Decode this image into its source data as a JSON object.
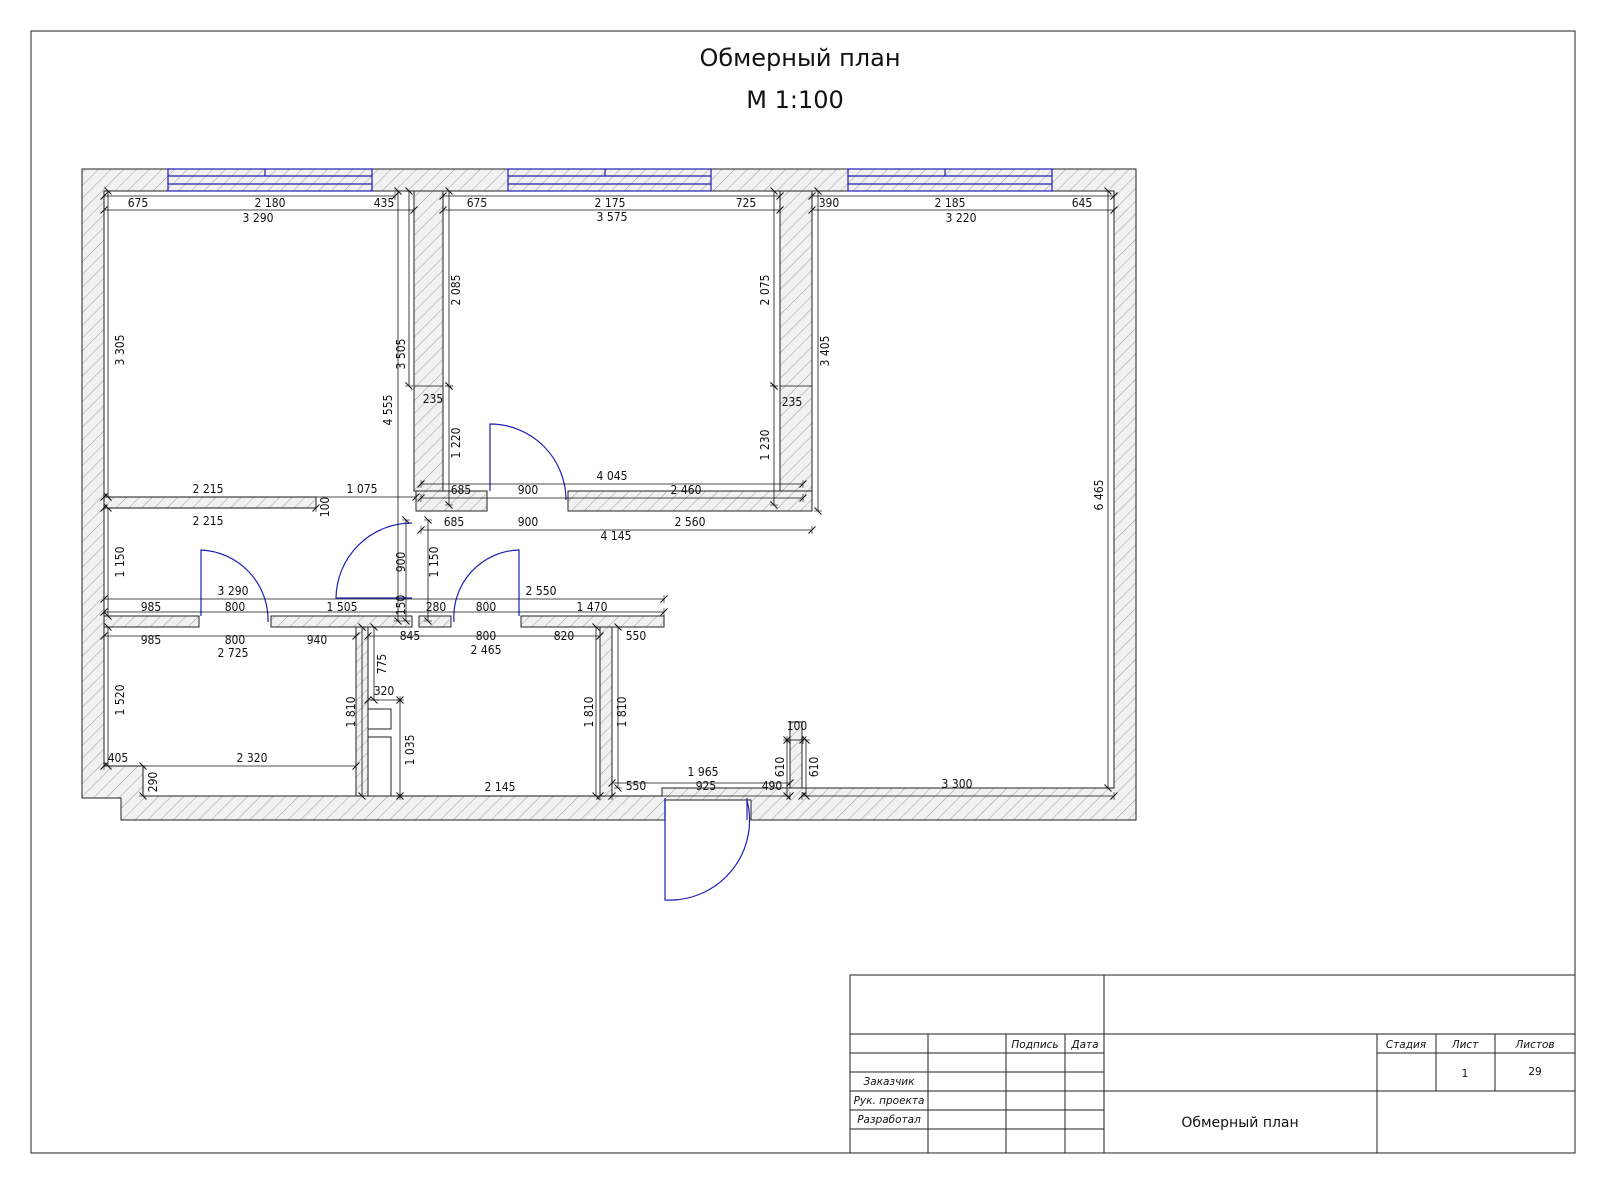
{
  "title": {
    "line1": "Обмерный план",
    "line2": "М 1:100"
  },
  "dimensions": {
    "r1_top_a": "675",
    "r1_top_b": "2 180",
    "r1_top_c": "435",
    "r1_top_total": "3 290",
    "r2_top_a": "675",
    "r2_top_b": "2 175",
    "r2_top_c": "725",
    "r2_top_total": "3 575",
    "r3_top_a": "390",
    "r3_top_b": "2 185",
    "r3_top_c": "645",
    "r3_top_total": "3 220",
    "r1_height": "3 305",
    "wall_4555": "4 555",
    "wall_3505": "3 505",
    "r2_left_h": "2 085",
    "r2_right_h": "2 075",
    "r3_left_h": "3 405",
    "r3_right_h": "6 465",
    "niche_left": "235",
    "niche_right": "235",
    "r2_low_left": "1 220",
    "r2_low_right": "1 230",
    "r2_bottom_total": "4 045",
    "r2_b_a": "685",
    "r2_b_b": "900",
    "r2_b_c": "2 460",
    "hall_top_a": "685",
    "hall_top_b": "900",
    "hall_top_c": "2 560",
    "hall_top_total": "4 145",
    "r1_bot_a": "2 215",
    "r1_bot_b": "1 075",
    "r1_bot_thk": "100",
    "hall_l_top": "2 215",
    "hall_l_h": "1 150",
    "hall_m_h1": "900",
    "hall_m_h2": "1 150",
    "hall_total": "3 290",
    "hall_a": "985",
    "hall_b": "800",
    "hall_c": "1 505",
    "hall_d": "150",
    "hall_e": "280",
    "hall_f": "800",
    "hall_g": "1 470",
    "hall_g_top": "2 550",
    "r4_a": "985",
    "r4_b": "800",
    "r4_c": "940",
    "r4_total": "2 725",
    "r5_a": "845",
    "r5_b": "800",
    "r5_c": "820",
    "r5_total": "2 465",
    "r6_top": "550",
    "r4_h": "1 520",
    "r4_h2": "1 810",
    "r4_bot_a": "405",
    "r4_bot_b": "2 320",
    "r4_step": "290",
    "shaft_h": "775",
    "shaft_w": "320",
    "shaft_h2": "1 035",
    "r5_h": "1 810",
    "r5_bot": "2 145",
    "r6_h": "1 810",
    "entry_total": "1 965",
    "entry_a": "550",
    "entry_b": "925",
    "entry_c": "490",
    "pillar_w": "100",
    "pillar_h1": "610",
    "pillar_h2": "610",
    "r3_bot": "3 300"
  },
  "stamp": {
    "col_sign": "Подпись",
    "col_date": "Дата",
    "row_customer": "Заказчик",
    "row_pm": "Рук. проекта",
    "row_dev": "Разработал",
    "col_stage": "Стадия",
    "col_sheet": "Лист",
    "col_sheets": "Листов",
    "sheet": "1",
    "sheets": "29",
    "drawing_name": "Обмерный план"
  }
}
